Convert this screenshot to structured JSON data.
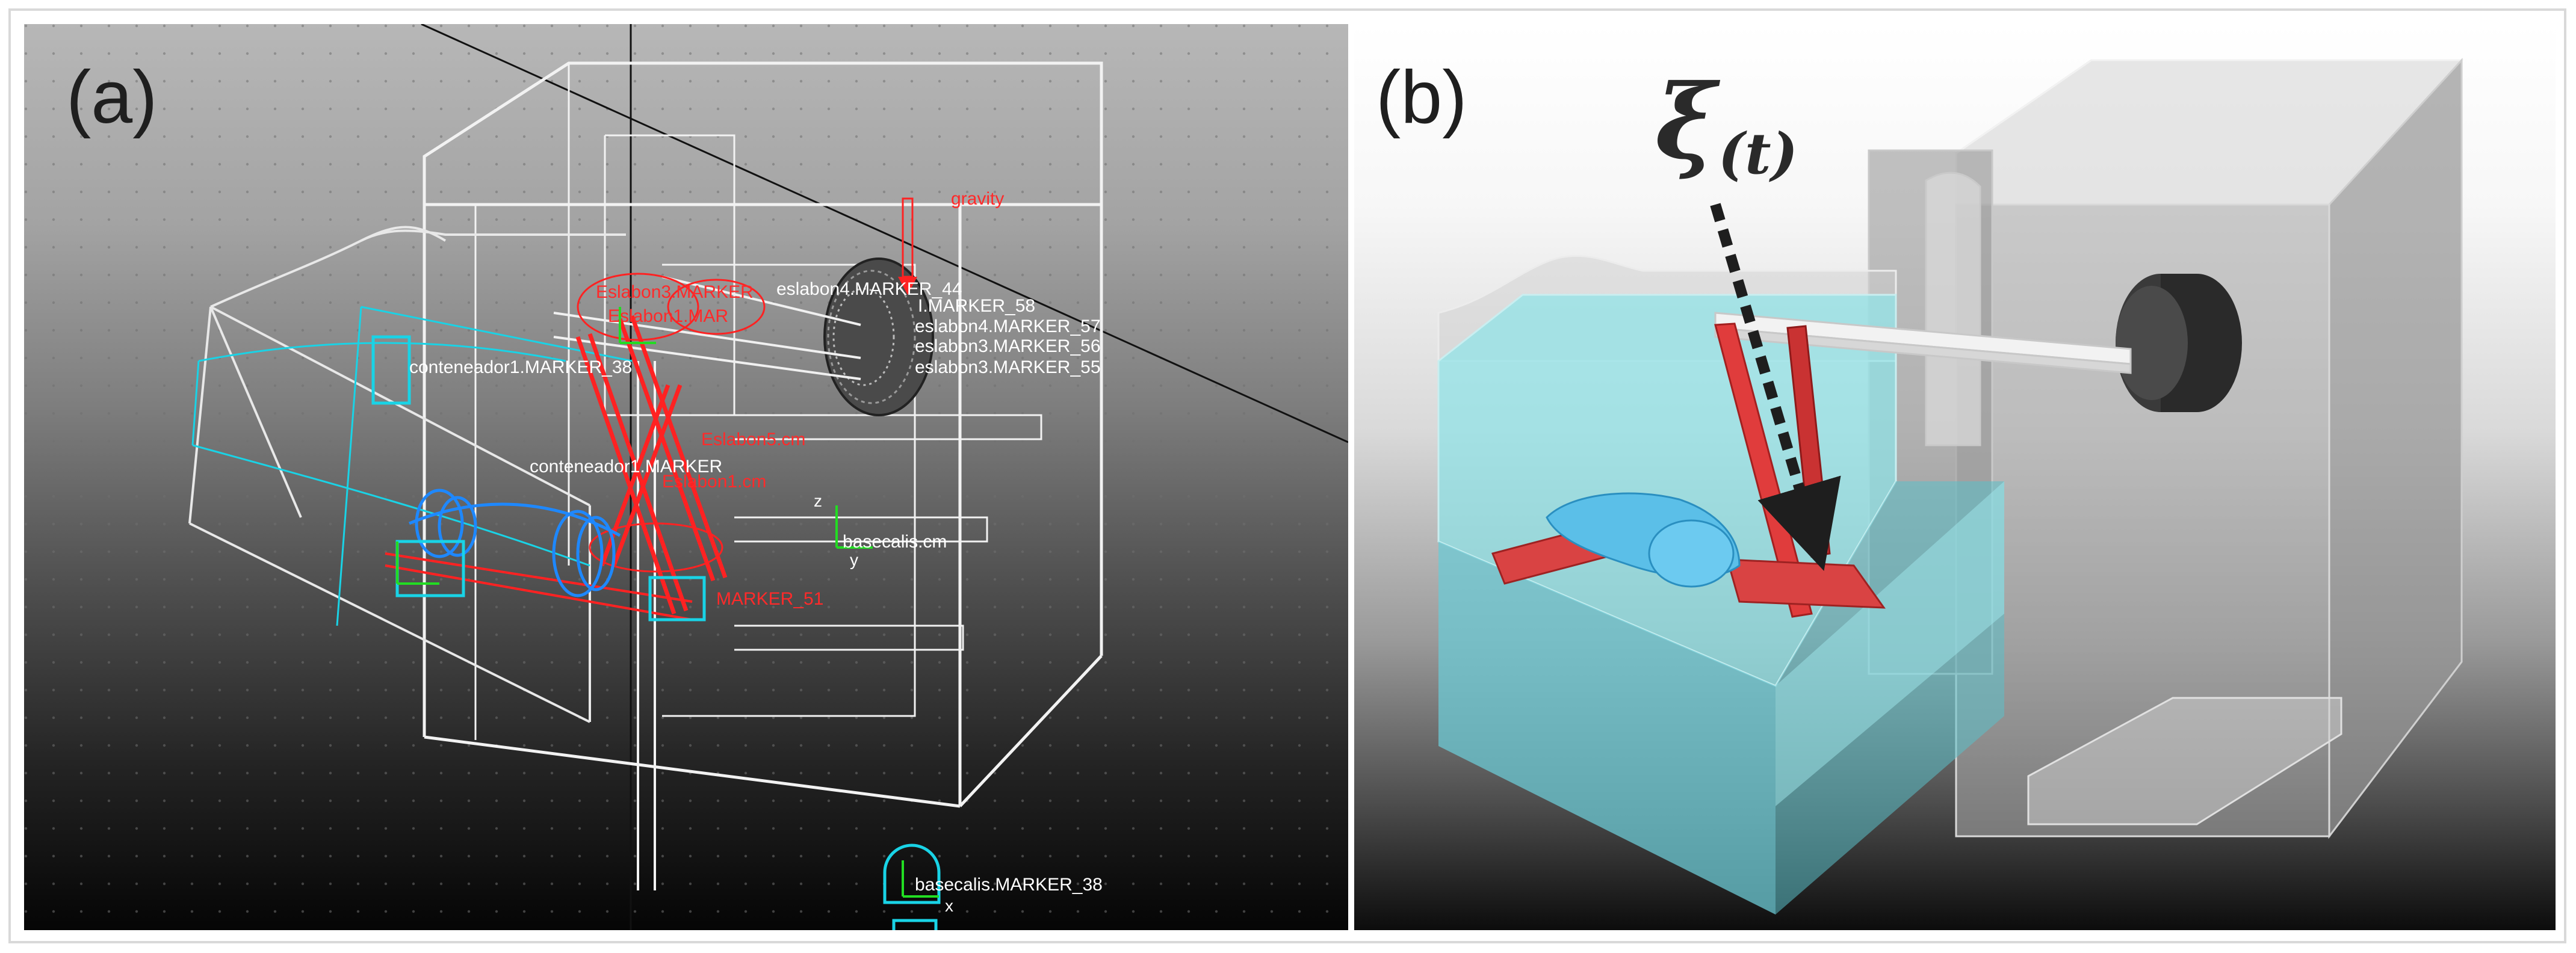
{
  "figure": {
    "panel_a_label": "(a)",
    "panel_b_label": "(b)"
  },
  "panel_a": {
    "markers_red": [
      "gravity",
      "Eslabon3.MARKER",
      "Eslabon1.MAR",
      "Eslabon5.cm",
      "Eslabon1.cm",
      "MARKER_51"
    ],
    "markers_white": [
      "conteneador1.MARKER_38",
      "eslabon4.MARKER_44",
      "I.MARKER_58",
      "eslabon4.MARKER_57",
      "eslabon3.MARKER_56",
      "eslabon3.MARKER_55",
      "conteneador1.MARKER",
      "basecalis.cm",
      "basecalis.MARKER_38"
    ],
    "axis_labels": [
      "z",
      "y",
      "x"
    ]
  },
  "panel_b": {
    "symbol": "ξ",
    "symbol_subscript": "(t)"
  },
  "colors": {
    "wire_white": "#f0f0f0",
    "wire_cyan": "#19d3e6",
    "wire_red": "#ff2222",
    "wire_blue": "#1e88ff",
    "water": "#8fe3e8",
    "robot_red": "#e03c3c",
    "robot_blue": "#5bbfe8"
  }
}
